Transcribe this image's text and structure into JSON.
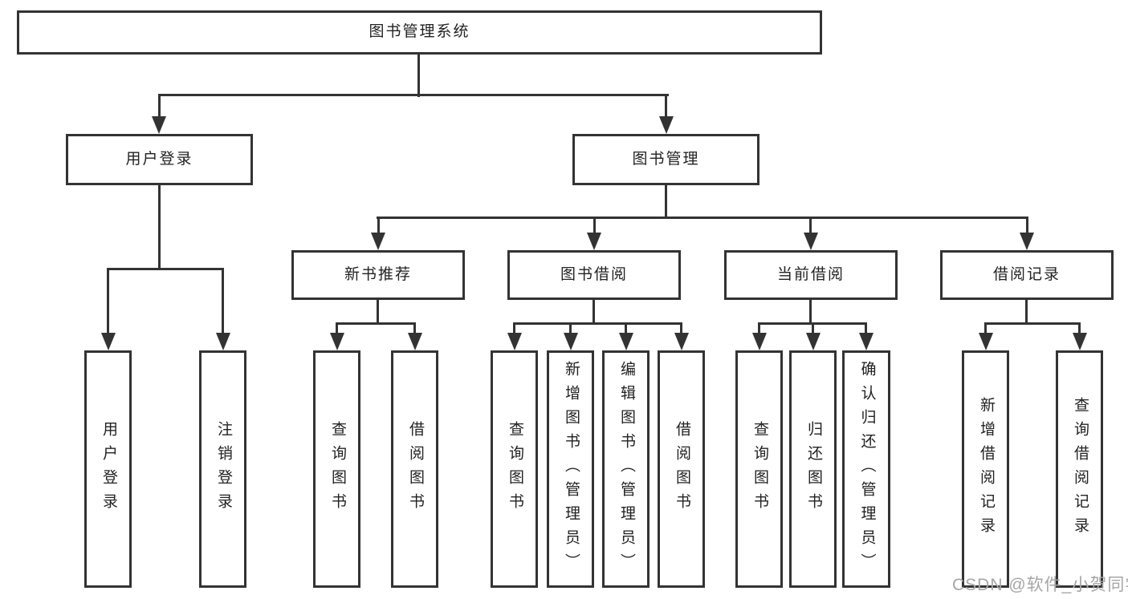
{
  "theme": {
    "bg": "#ffffff",
    "line": "#333333",
    "text": "#222222",
    "wm": "#a6a6a6"
  },
  "watermark": {
    "text": "CSDN @软件_小贺同学"
  },
  "tree": {
    "label": "图书管理系统",
    "children": [
      {
        "label": "用户登录",
        "children": [
          {
            "label": "用户登录"
          },
          {
            "label": "注销登录"
          }
        ]
      },
      {
        "label": "图书管理",
        "children": [
          {
            "label": "新书推荐",
            "children": [
              {
                "label": "查询图书"
              },
              {
                "label": "借阅图书"
              }
            ]
          },
          {
            "label": "图书借阅",
            "children": [
              {
                "label": "查询图书"
              },
              {
                "label": "新增图书（管理员）"
              },
              {
                "label": "编辑图书（管理员）"
              },
              {
                "label": "借阅图书"
              }
            ]
          },
          {
            "label": "当前借阅",
            "children": [
              {
                "label": "查询图书"
              },
              {
                "label": "归还图书"
              },
              {
                "label": "确认归还（管理员）"
              }
            ]
          },
          {
            "label": "借阅记录",
            "children": [
              {
                "label": "新增借阅记录"
              },
              {
                "label": "查询借阅记录"
              }
            ]
          }
        ]
      }
    ]
  }
}
